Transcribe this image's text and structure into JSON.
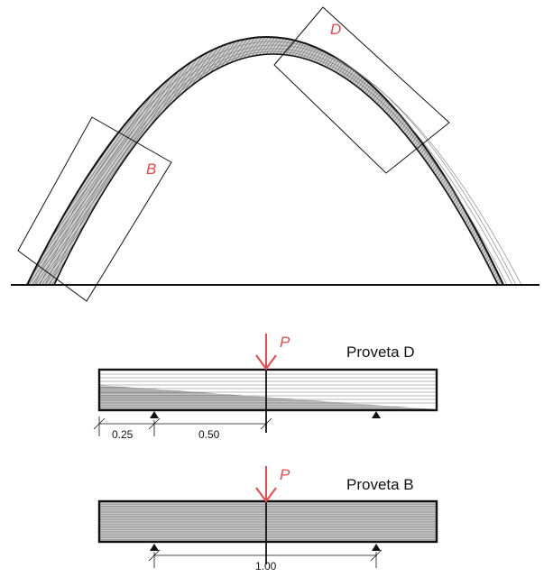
{
  "figure": {
    "arch_labels": {
      "box_b": "B",
      "box_d": "D"
    },
    "specimen_d": {
      "name": "Proveta D",
      "load_label": "P",
      "dim_left": "0.25",
      "dim_right": "0.50"
    },
    "specimen_b": {
      "name": "Proveta B",
      "load_label": "P",
      "dim_span": "1.00"
    }
  },
  "colors": {
    "load_arrow": "#e8474b",
    "box_labels": "#e8474b",
    "lines": "#111111",
    "hatch": "#8a8a8a"
  }
}
